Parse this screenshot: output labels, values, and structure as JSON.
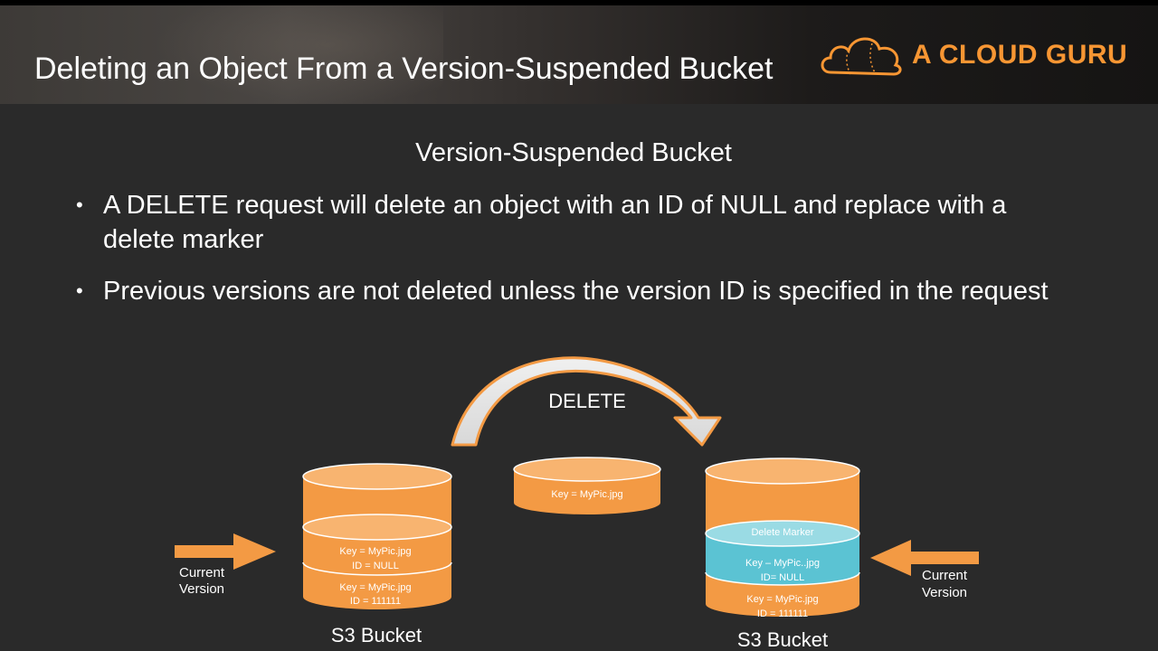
{
  "slide": {
    "title": "Deleting an Object From a Version-Suspended Bucket",
    "logo_text": "A CLOUD GURU",
    "subtitle": "Version-Suspended Bucket",
    "bullets": [
      "A DELETE request will delete an object with an ID of NULL and replace with a delete marker",
      "Previous versions are not deleted unless the version ID is specified in the request"
    ]
  },
  "diagram": {
    "delete_label": "DELETE",
    "moving_object_label": "Key = MyPic.jpg",
    "left_bucket": {
      "name": "S3 Bucket",
      "layer_top": [
        "Key = MyPic.jpg",
        "ID = NULL"
      ],
      "layer_bottom": [
        "Key = MyPic.jpg",
        "ID = 111111"
      ],
      "current_version_label": [
        "Current",
        "Version"
      ]
    },
    "right_bucket": {
      "name": "S3 Bucket",
      "delete_marker_label": "Delete Marker",
      "layer_marker": [
        "Key – MyPic..jpg",
        "ID= NULL"
      ],
      "layer_bottom": [
        "Key = MyPic.jpg",
        "ID = 111111"
      ],
      "current_version_label": [
        "Current",
        "Version"
      ]
    }
  },
  "colors": {
    "accent_orange": "#f79633",
    "bucket_orange": "#f39a44",
    "marker_blue": "#5bc3d3",
    "background": "#2a2a2a"
  }
}
